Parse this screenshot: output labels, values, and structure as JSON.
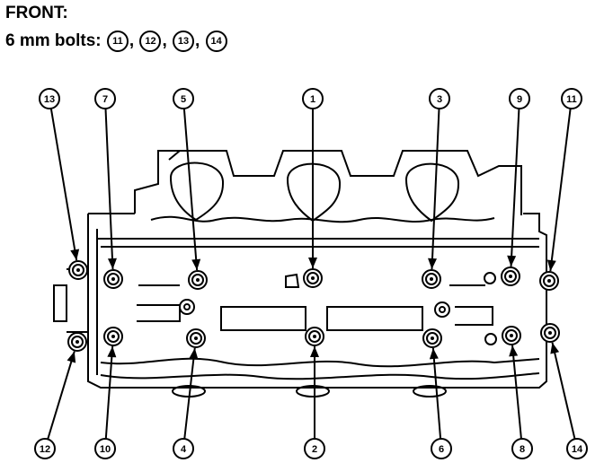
{
  "heading": "FRONT:",
  "subheading": {
    "text": "6 mm bolts: ",
    "numbers": [
      "11",
      "12",
      "13",
      "14"
    ]
  },
  "callouts": {
    "c1": "1",
    "c2": "2",
    "c3": "3",
    "c4": "4",
    "c5": "5",
    "c6": "6",
    "c7": "7",
    "c8": "8",
    "c9": "9",
    "c10": "10",
    "c11": "11",
    "c12": "12",
    "c13": "13",
    "c14": "14"
  }
}
